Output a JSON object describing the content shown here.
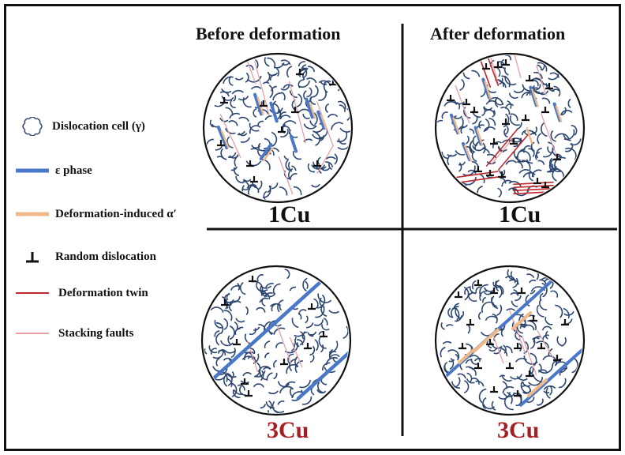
{
  "columns": {
    "before": "Before deformation",
    "after": "After deformation"
  },
  "samples": {
    "top_left": "1Cu",
    "top_right": "1Cu",
    "bottom_left": "3Cu",
    "bottom_right": "3Cu"
  },
  "legend": [
    {
      "name": "dislocation-cell",
      "label": "Dislocation cell (γ)",
      "icon": "cell-icon"
    },
    {
      "name": "epsilon-phase",
      "label": "ε phase",
      "color": "#4a78c8"
    },
    {
      "name": "alpha-prime",
      "label": "Deformation-induced α′",
      "color": "#f0b98a"
    },
    {
      "name": "random-dislocation",
      "label": "Random dislocation",
      "icon": "perp-icon"
    },
    {
      "name": "deformation-twin",
      "label": "Deformation twin",
      "color": "#c0282c"
    },
    {
      "name": "stacking-faults",
      "label": "Stacking faults",
      "color": "#e8a0a6"
    }
  ],
  "colors": {
    "cell": "#2c4670",
    "epsilon": "#4a78c8",
    "alpha": "#f0b98a",
    "twin": "#c0282c",
    "fault": "#e8a0a6",
    "sample_1cu": "#111111",
    "sample_3cu": "#a61e22"
  }
}
